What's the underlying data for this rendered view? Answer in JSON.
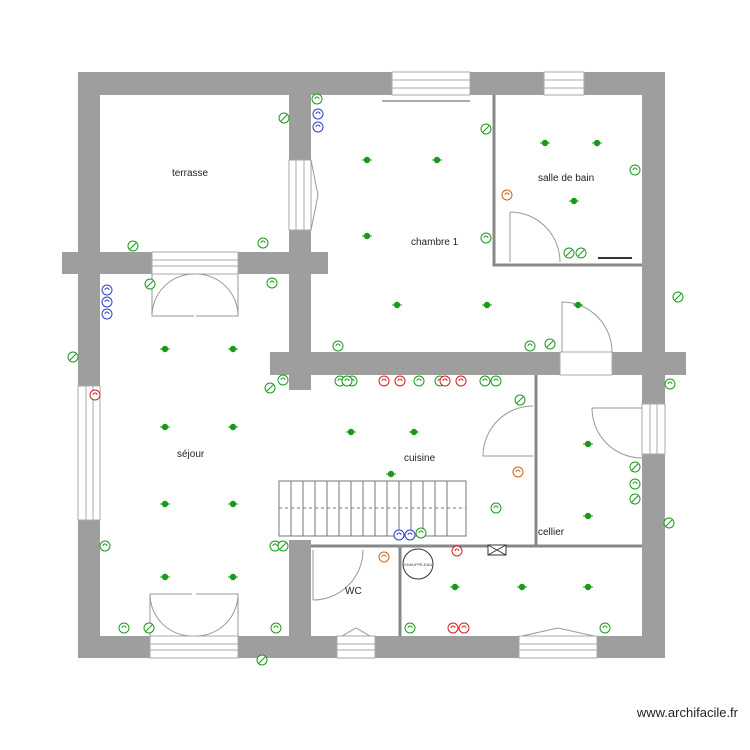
{
  "plan": {
    "rooms": [
      {
        "id": "terrasse",
        "label": "terrasse"
      },
      {
        "id": "chambre1",
        "label": "chambre 1"
      },
      {
        "id": "salle_de_bain",
        "label": "salle de bain"
      },
      {
        "id": "sejour",
        "label": "séjour"
      },
      {
        "id": "cuisine",
        "label": "cuisine"
      },
      {
        "id": "cellier",
        "label": "cellier"
      },
      {
        "id": "wc",
        "label": "WC"
      }
    ],
    "equipment": {
      "water_heater_label": "CHAUFFE-EAU"
    },
    "colors": {
      "wall": "#9e9e9e",
      "electric_green": "#1a9a1a",
      "electric_blue": "#3040c0",
      "electric_red": "#d02020",
      "electric_orange": "#d06010",
      "line": "#888888"
    }
  },
  "watermark": "www.archifacile.fr"
}
